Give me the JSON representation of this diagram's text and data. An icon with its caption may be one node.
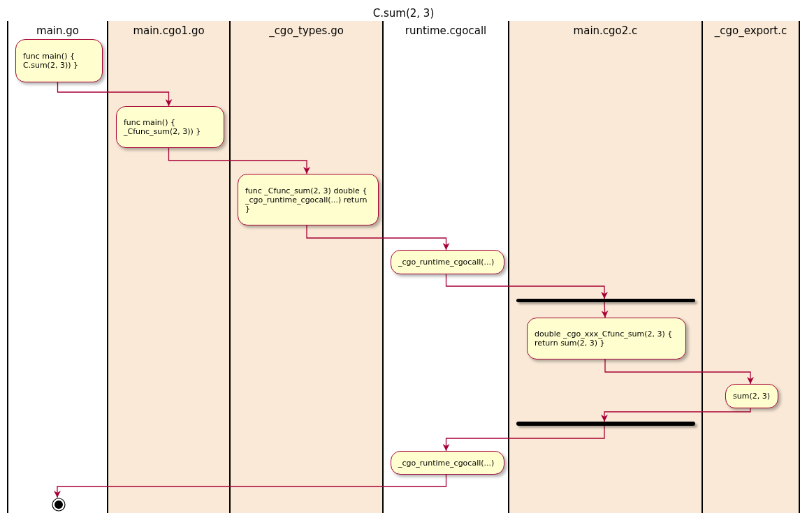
{
  "diagram": {
    "title": "C.sum(2, 3)",
    "nodes": [
      {
        "text": [
          "main.go"
        ]
      },
      {
        "text": [
          "main.cgo1.go"
        ]
      },
      {
        "text": [
          "_cgo_types.go"
        ]
      },
      {
        "text": [
          "runtime.cgocall"
        ]
      },
      {
        "text": [
          "main.cgo2.c"
        ]
      },
      {
        "text": [
          "_cgo_export.c"
        ]
      },
      {
        "text": [
          "func main() { C.sum(2, 3)) }"
        ],
        "in": 0
      },
      {
        "text": [
          "func main() { _Cfunc_sum(2, 3)) }"
        ],
        "in": 1
      },
      {
        "text": [
          "func _Cfunc_sum(2, 3) double { _cgo_runtime_cgocall(...) return }"
        ],
        "in": 2
      },
      {
        "text": [
          "_cgo_runtime_cgocall(...)"
        ],
        "in": 3
      },
      {
        "text": [],
        "shape": "bar",
        "in": 4
      },
      {
        "text": [
          "double _cgo_xxx_Cfunc_sum(2, 3) { return sum(2, 3) }"
        ],
        "in": 4
      },
      {
        "text": [
          "sum(2, 3)"
        ],
        "in": 5
      },
      {
        "text": [],
        "shape": "bar",
        "in": 4
      },
      {
        "text": [
          "_cgo_runtime_cgocall(...)"
        ],
        "in": 3
      },
      {
        "text": [],
        "shape": "circle",
        "in": 0
      }
    ],
    "edges": [
      {
        "from": 6,
        "to": 7,
        "arrow": "to"
      },
      {
        "from": 7,
        "to": 8,
        "arrow": "to"
      },
      {
        "from": 8,
        "to": 9,
        "arrow": "to"
      },
      {
        "from": 9,
        "to": 10,
        "arrow": "to"
      },
      {
        "from": 10,
        "to": 11,
        "arrow": "to"
      },
      {
        "from": 11,
        "to": 12,
        "arrow": "to"
      },
      {
        "from": 12,
        "to": 13,
        "arrow": "to"
      },
      {
        "from": 13,
        "to": 14,
        "arrow": "to"
      },
      {
        "from": 14,
        "to": 15,
        "arrow": "to"
      }
    ]
  }
}
